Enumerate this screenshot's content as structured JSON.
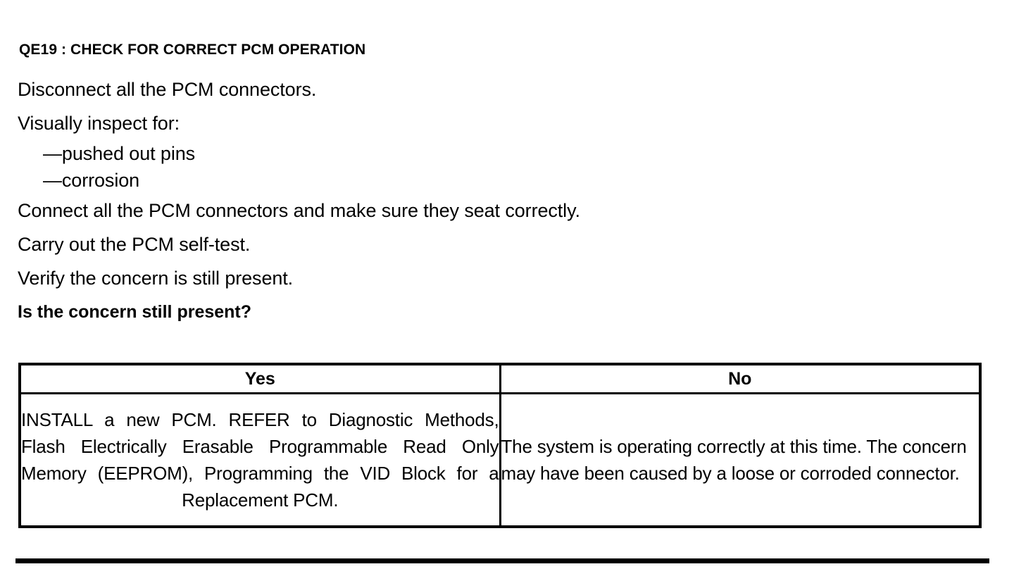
{
  "document": {
    "step_heading": "QE19 : CHECK FOR CORRECT PCM OPERATION",
    "instructions": [
      {
        "text": "Disconnect all the PCM connectors.",
        "style": "normal"
      },
      {
        "text": "Visually inspect for:",
        "style": "normal"
      },
      {
        "text": "—pushed out pins",
        "style": "dash"
      },
      {
        "text": "—corrosion",
        "style": "dash"
      },
      {
        "text": "Connect all the PCM connectors and make sure they seat correctly.",
        "style": "normal"
      },
      {
        "text": "Carry out the PCM self-test.",
        "style": "normal"
      },
      {
        "text": "Verify the concern is still present.",
        "style": "normal"
      },
      {
        "text": "Is the concern still present?",
        "style": "question"
      }
    ],
    "decision_table": {
      "headers": [
        "Yes",
        "No"
      ],
      "cells": [
        "INSTALL a new PCM. REFER to Diagnostic Methods, Flash Electrically Erasable Programmable Read Only Memory (EEPROM), Programming the VID Block for a Replacement PCM.",
        "The system is operating correctly at this time. The concern may have been caused by a loose or corroded connector."
      ]
    },
    "colors": {
      "text": "#000000",
      "background": "#ffffff",
      "border": "#000000"
    }
  }
}
